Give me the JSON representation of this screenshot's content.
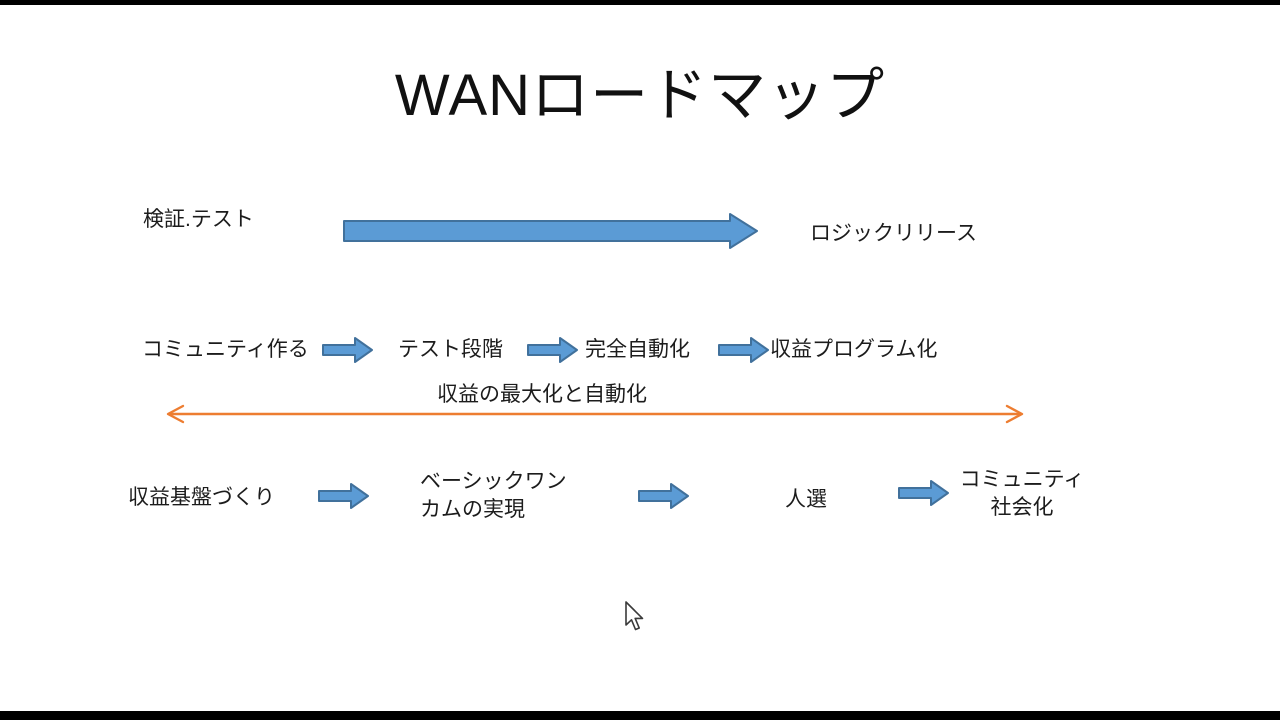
{
  "title": "WANロードマップ",
  "colors": {
    "arrow_fill": "#5b9bd5",
    "arrow_stroke": "#41719c",
    "orange_arrow": "#ed7d31",
    "text_color": "#1c1c1c",
    "letterbox": "#000000"
  },
  "row1": {
    "label_left": "検証.テスト",
    "label_right": "ロジックリリース"
  },
  "row2": {
    "steps": [
      "コミュニティ作る",
      "テスト段階",
      "完全自動化",
      "収益プログラム化"
    ]
  },
  "span": {
    "label": "収益の最大化と自動化"
  },
  "row3": {
    "steps": [
      {
        "lines": [
          "収益基盤づくり"
        ]
      },
      {
        "lines": [
          "ベーシックワン",
          "カムの実現"
        ]
      },
      {
        "lines": [
          "人選"
        ]
      },
      {
        "lines": [
          "コミュニティ",
          "社会化"
        ]
      }
    ]
  }
}
